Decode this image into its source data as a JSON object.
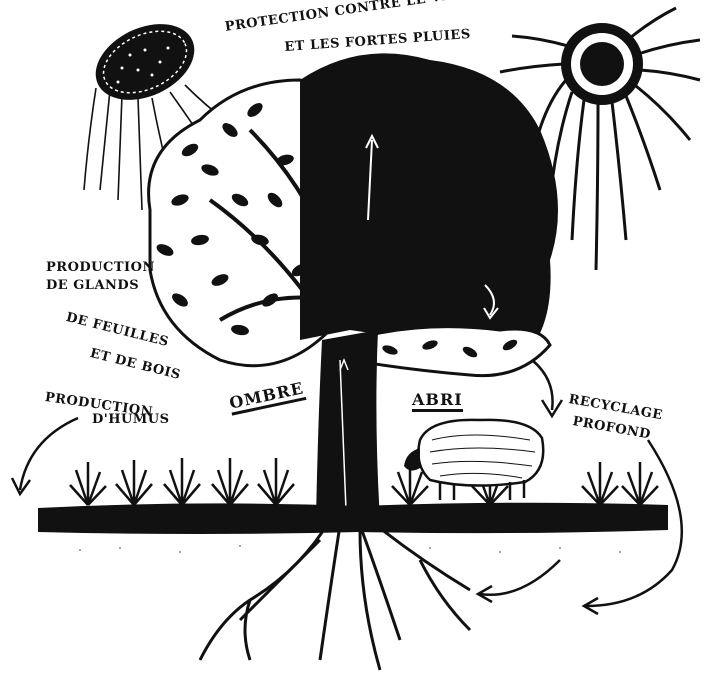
{
  "labels": {
    "protection_line1": "PROTECTION CONTRE LE VENT",
    "protection_line2": "ET LES FORTES PLUIES",
    "glands_line1": "PRODUCTION",
    "glands_line2": "DE GLANDS",
    "feuilles_line1": "DE FEUILLES",
    "feuilles_line2": "ET DE BOIS",
    "humus_line1": "PRODUCTION",
    "humus_line2": "D'HUMUS",
    "ombre": "OMBRE",
    "abri": "ABRI",
    "recyclage_line1": "RECYCLAGE",
    "recyclage_line2": "PROFOND"
  },
  "icons": [
    "cloud-icon",
    "sun-icon",
    "tree-icon",
    "sheep-icon",
    "grass-icon",
    "arrow-icon"
  ],
  "colors": {
    "ink": "#111111",
    "paper": "#ffffff"
  }
}
